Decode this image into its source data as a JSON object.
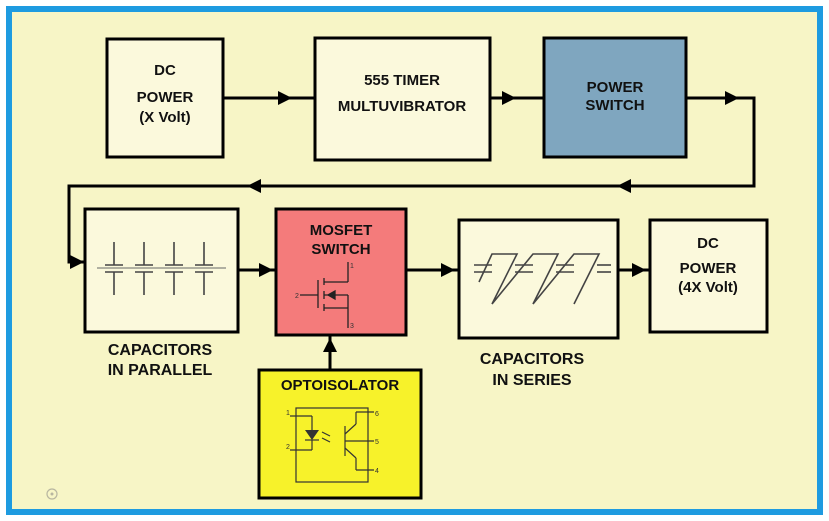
{
  "blocks": {
    "dc_power_in": {
      "line1": "DC",
      "line2": "POWER",
      "line3": "(X Volt)",
      "fill": "#fbf9dc"
    },
    "timer": {
      "line1": "555 TIMER",
      "line2": "MULTUVIBRATOR",
      "fill": "#fbf9dc"
    },
    "power_switch": {
      "line1": "POWER",
      "line2": "SWITCH",
      "fill": "#7fa6bf"
    },
    "caps_parallel": {
      "caption1": "CAPACITORS",
      "caption2": "IN PARALLEL",
      "fill": "#fbf9dc"
    },
    "mosfet": {
      "line1": "MOSFET",
      "line2": "SWITCH",
      "fill": "#f47b7b"
    },
    "caps_series": {
      "caption1": "CAPACITORS",
      "caption2": "IN SERIES",
      "fill": "#fbf9dc"
    },
    "dc_power_out": {
      "line1": "DC",
      "line2": "POWER",
      "line3": "(4X Volt)",
      "fill": "#fbf9dc"
    },
    "optoisolator": {
      "title": "OPTOISOLATOR",
      "fill": "#f7f22a"
    }
  },
  "colors": {
    "frame_border": "#1e9be0",
    "background": "#f7f5c6"
  }
}
